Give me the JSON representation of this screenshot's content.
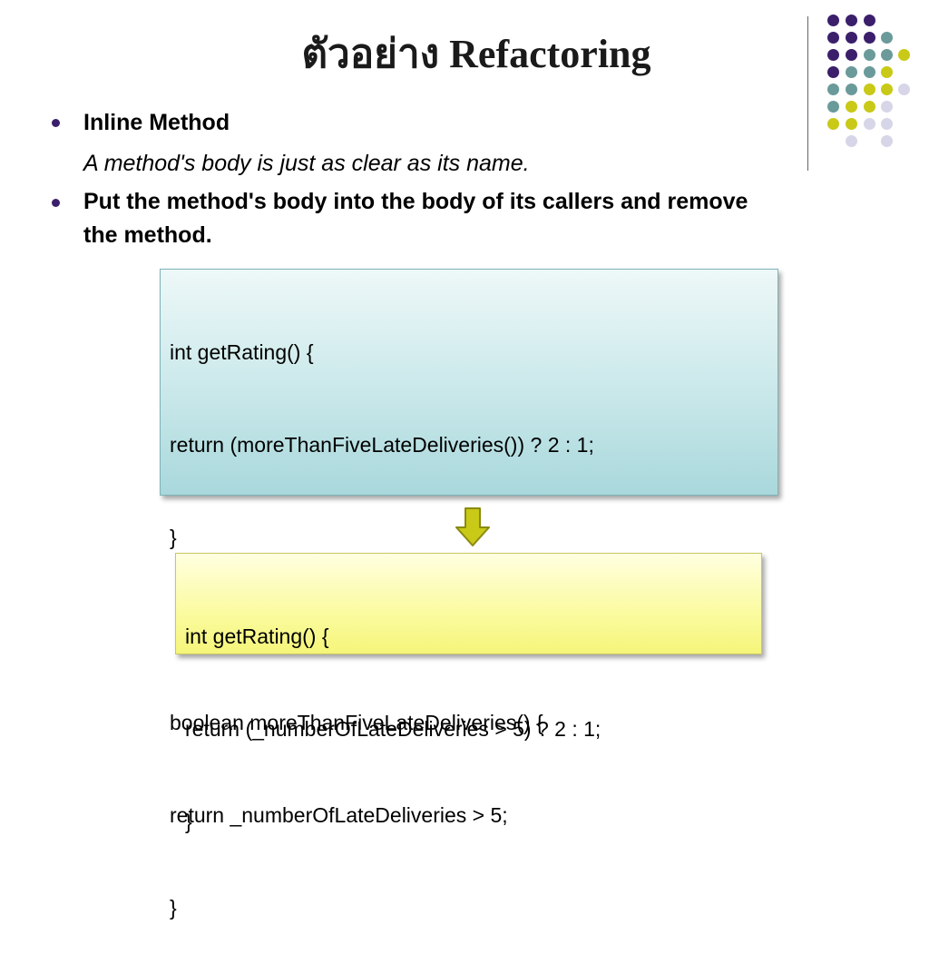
{
  "slide": {
    "title": "ตัวอย่าง Refactoring",
    "bullets": [
      {
        "text": "Inline Method",
        "sub": "A method's body is just as clear as its name."
      },
      {
        "text": "Put the method's body into the body of its callers and remove",
        "text2": "the method."
      }
    ]
  },
  "code_before": {
    "lines": [
      "int getRating() {",
      "return (moreThanFiveLateDeliveries()) ? 2 : 1;",
      "}",
      "",
      "boolean moreThanFiveLateDeliveries() {",
      "return _numberOfLateDeliveries > 5;",
      "}"
    ]
  },
  "code_after": {
    "lines": [
      "int getRating() {",
      "return (_numberOfLateDeliveries > 5) ? 2 : 1;",
      "}"
    ]
  },
  "colors": {
    "purple": "#3b1f6b",
    "teal": "#6b9a9a",
    "olive": "#c9c917",
    "lavender": "#d6d6e8",
    "arrow": "#c9c917"
  },
  "icons": {
    "down_arrow": "down-arrow-icon"
  }
}
